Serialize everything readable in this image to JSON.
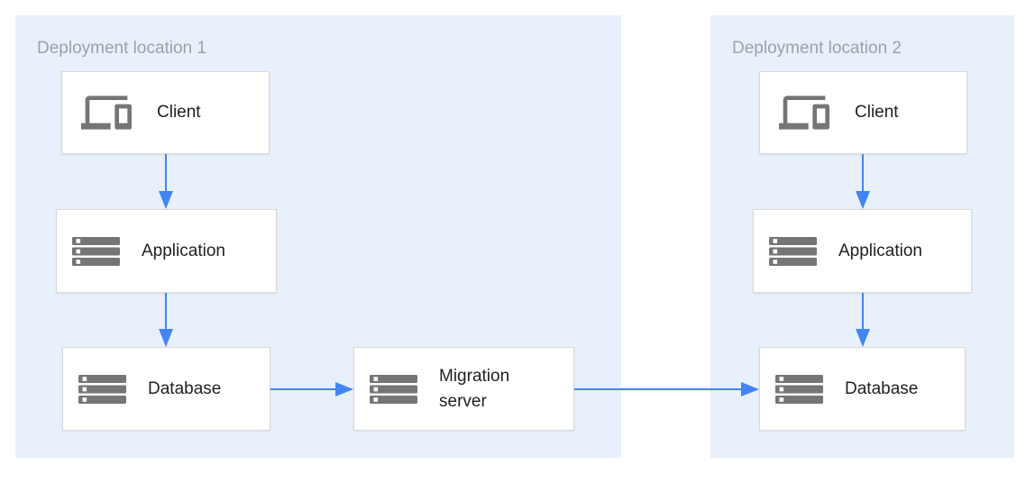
{
  "diagram": {
    "regions": [
      {
        "id": "deployment-location-1",
        "label": "Deployment location 1"
      },
      {
        "id": "deployment-location-2",
        "label": "Deployment location 2"
      }
    ],
    "nodes": [
      {
        "id": "client-1",
        "label": "Client",
        "icon": "devices-icon",
        "region": "Deployment location 1"
      },
      {
        "id": "application-1",
        "label": "Application",
        "icon": "server-stack-icon",
        "region": "Deployment location 1"
      },
      {
        "id": "database-1",
        "label": "Database",
        "icon": "server-stack-icon",
        "region": "Deployment location 1"
      },
      {
        "id": "migration-server",
        "label": "Migration server",
        "icon": "server-stack-icon",
        "region": "Deployment location 1"
      },
      {
        "id": "client-2",
        "label": "Client",
        "icon": "devices-icon",
        "region": "Deployment location 2"
      },
      {
        "id": "application-2",
        "label": "Application",
        "icon": "server-stack-icon",
        "region": "Deployment location 2"
      },
      {
        "id": "database-2",
        "label": "Database",
        "icon": "server-stack-icon",
        "region": "Deployment location 2"
      }
    ],
    "edges": [
      {
        "from": "client-1",
        "to": "application-1",
        "direction": "down"
      },
      {
        "from": "application-1",
        "to": "database-1",
        "direction": "down"
      },
      {
        "from": "database-1",
        "to": "migration-server",
        "direction": "right"
      },
      {
        "from": "migration-server",
        "to": "database-2",
        "direction": "right"
      },
      {
        "from": "client-2",
        "to": "application-2",
        "direction": "down"
      },
      {
        "from": "application-2",
        "to": "database-2",
        "direction": "down"
      }
    ],
    "colors": {
      "region_fill": "#E8F1FB",
      "arrow": "#4285F4",
      "node_border": "#D9D9D9",
      "node_fill": "#FFFFFF",
      "icon_gray": "#757575",
      "node_text": "#202124",
      "region_label_text": "#9BA1A6"
    }
  }
}
